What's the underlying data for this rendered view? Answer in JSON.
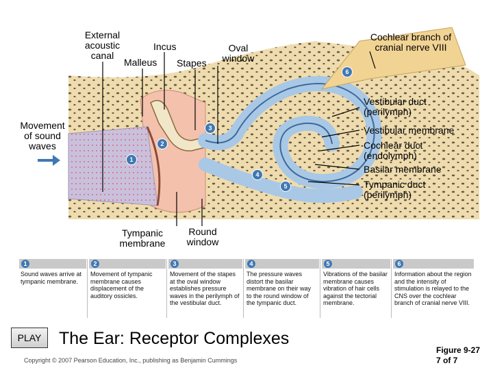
{
  "labels": {
    "external_acoustic_canal": "External\nacoustic\ncanal",
    "incus": "Incus",
    "malleus": "Malleus",
    "stapes": "Stapes",
    "oval_window": "Oval\nwindow",
    "cochlear_branch": "Cochlear branch of\ncranial nerve VIII",
    "vestibular_duct": "Vestibular duct\n(perilymph)",
    "movement_of_sound_waves": "Movement\nof sound\nwaves",
    "vestibular_membrane": "Vestibular membrane",
    "cochlear_duct": "Cochlear duct\n(endolymph)",
    "basilar_membrane": "Basilar membrane",
    "tympanic_duct": "Tympanic duct\n(perilymph)",
    "tympanic_membrane": "Tympanic\nmembrane",
    "round_window": "Round\nwindow"
  },
  "markers": [
    "1",
    "2",
    "3",
    "4",
    "5",
    "6"
  ],
  "steps": [
    {
      "num": "1",
      "text": "Sound waves arrive at tympanic membrane."
    },
    {
      "num": "2",
      "text": "Movement of tympanic membrane causes displacement of the auditory ossicles."
    },
    {
      "num": "3",
      "text": "Movement of the stapes at the oval window establishes pressure waves in the perilymph of the vestibular duct."
    },
    {
      "num": "4",
      "text": "The pressure waves distort the basilar membrane on their way to the round window of the tympanic duct."
    },
    {
      "num": "5",
      "text": "Vibrations of the basilar membrane causes vibration of hair cells against the tectorial membrane."
    },
    {
      "num": "6",
      "text": "Information about the region and the intensity of stimulation is relayed to the CNS over the cochlear branch of cranial nerve VIII."
    }
  ],
  "play_label": "PLAY",
  "title": "The Ear: Receptor Complexes",
  "copyright": "Copyright © 2007 Pearson Education, Inc., publishing as Benjamin Cummings",
  "figure": "Figure 9-27\n7 of 7",
  "colors": {
    "bone": "#efdcae",
    "tissue": "#f4c1ad",
    "canal": "#c9c1dc",
    "duct_blue": "#a8c8e6",
    "nerve": "#f1d394",
    "marker": "#3f78b4",
    "step_bar": "#c9c9c9"
  },
  "icons": [
    "arrow-right-icon"
  ]
}
